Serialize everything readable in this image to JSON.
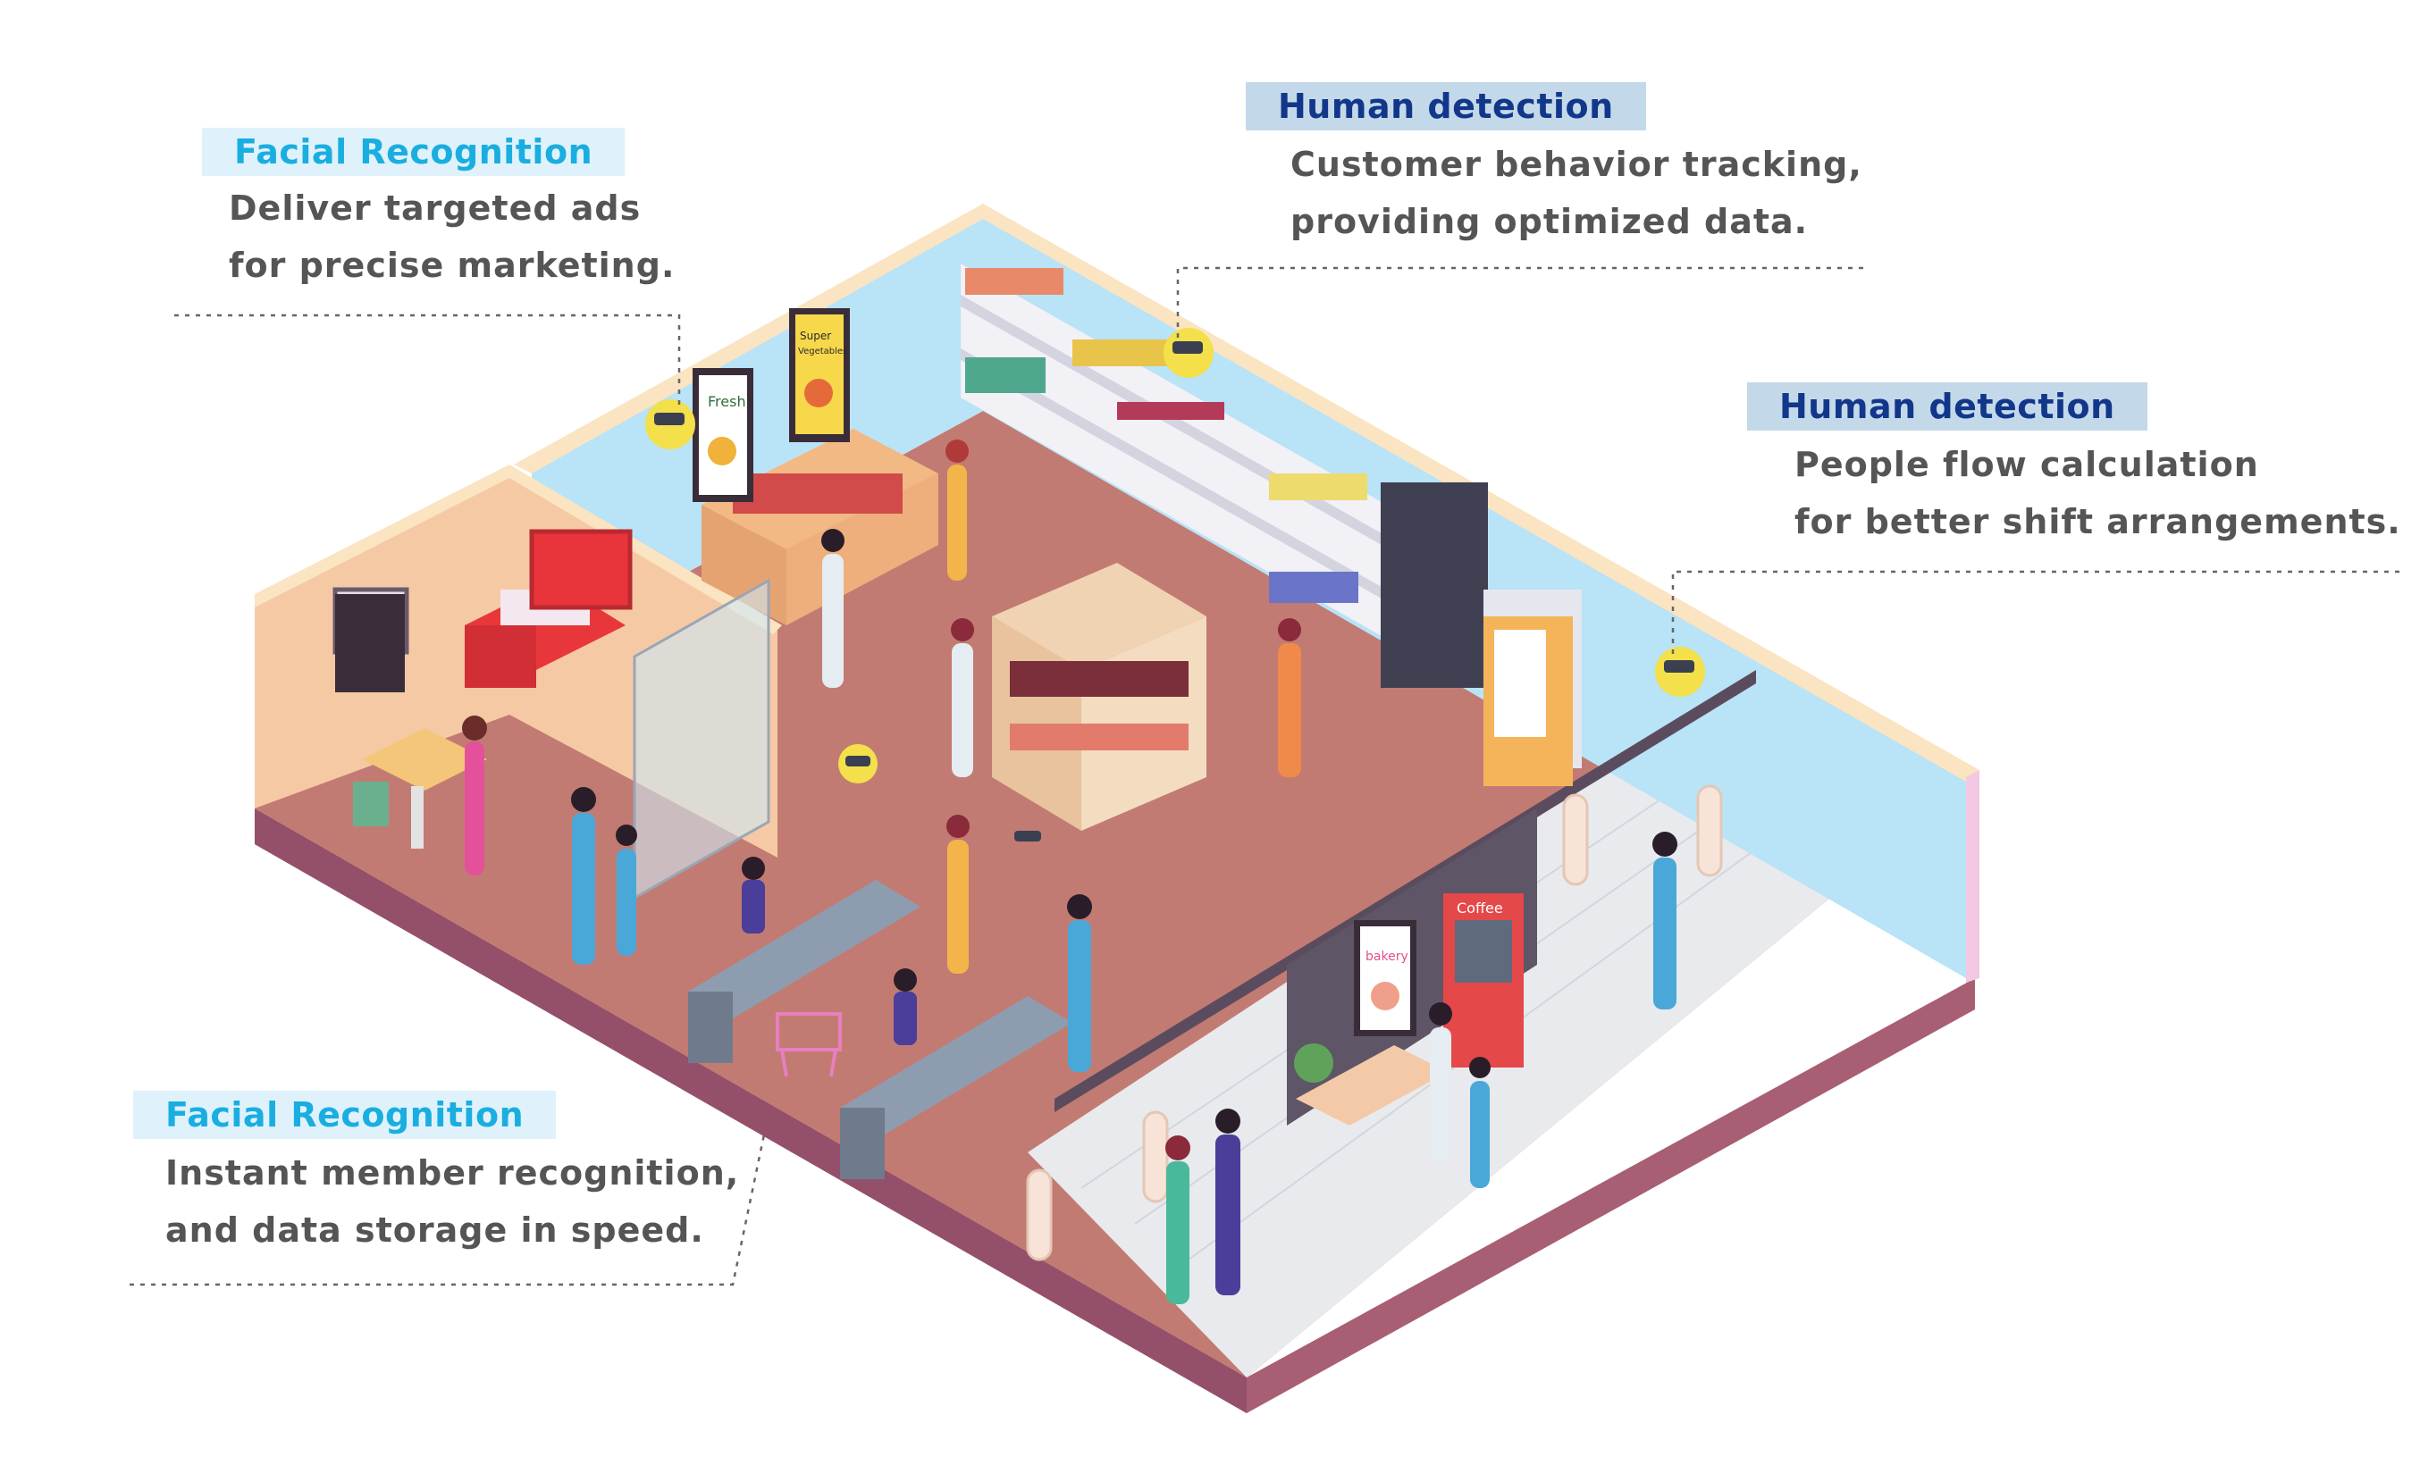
{
  "callouts": [
    {
      "tag": "Facial Recognition",
      "lines": [
        "Deliver targeted ads",
        "for precise marketing."
      ]
    },
    {
      "tag": "Human detection",
      "lines": [
        "Customer behavior tracking,",
        "providing optimized data."
      ]
    },
    {
      "tag": "Human detection",
      "lines": [
        "People flow calculation",
        "for better shift arrangements."
      ]
    },
    {
      "tag": "Facial Recognition",
      "lines": [
        "Instant member recognition,",
        "and data storage in speed."
      ]
    }
  ],
  "signs": {
    "poster_fresh": "Fresh",
    "poster_super": "Super",
    "poster_vegetables": "Vegetables",
    "poster_bakery": "bakery",
    "vending": "Coffee"
  },
  "colors": {
    "cyan_tag_bg": "#dff2fb",
    "cyan_tag_text": "#1aaee0",
    "navy_tag_bg": "#c3d9ea",
    "navy_tag_text": "#12378a",
    "wall_blue": "#b9e3f6",
    "floor": "#c27b72",
    "base": "#a85e73",
    "walkway": "#e8eaed",
    "camera": "#f3e04a"
  }
}
